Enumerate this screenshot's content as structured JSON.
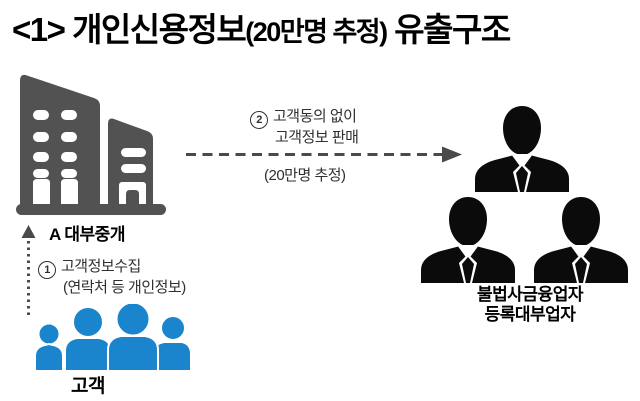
{
  "title": {
    "part1": "<1> 개인신용정보",
    "part2": "(20만명 추정)",
    "part3": " 유출구조"
  },
  "colors": {
    "ink": "#000000",
    "gray": "#525252",
    "arrow": "#4a4a4a",
    "steptext": "#303030",
    "blue": "#1a85cd",
    "silhouette": "#0b0b0b"
  },
  "icons": {
    "building": "office-buildings (gray CSS/SVG shape)",
    "customers": "crowd of people (blue SVG silhouettes)",
    "buyer": "businessman with tie (black SVG silhouette)",
    "arrow_right": "dashed right arrow (gray SVG)",
    "arrow_up": "dotted up arrow (gray SVG)"
  },
  "nodes": {
    "broker": {
      "label": "A 대부중개"
    },
    "customers": {
      "label": "고객"
    },
    "buyers": {
      "label_line1": "불법사금융업자",
      "label_line2": "등록대부업자"
    }
  },
  "steps": {
    "step1": {
      "number": "1",
      "line1": "고객정보수집",
      "line2": "(연락처 등 개인정보)"
    },
    "step2": {
      "number": "2",
      "line1": "고객동의 없이",
      "line2": "고객정보 판매",
      "note": "(20만명 추정)"
    }
  }
}
